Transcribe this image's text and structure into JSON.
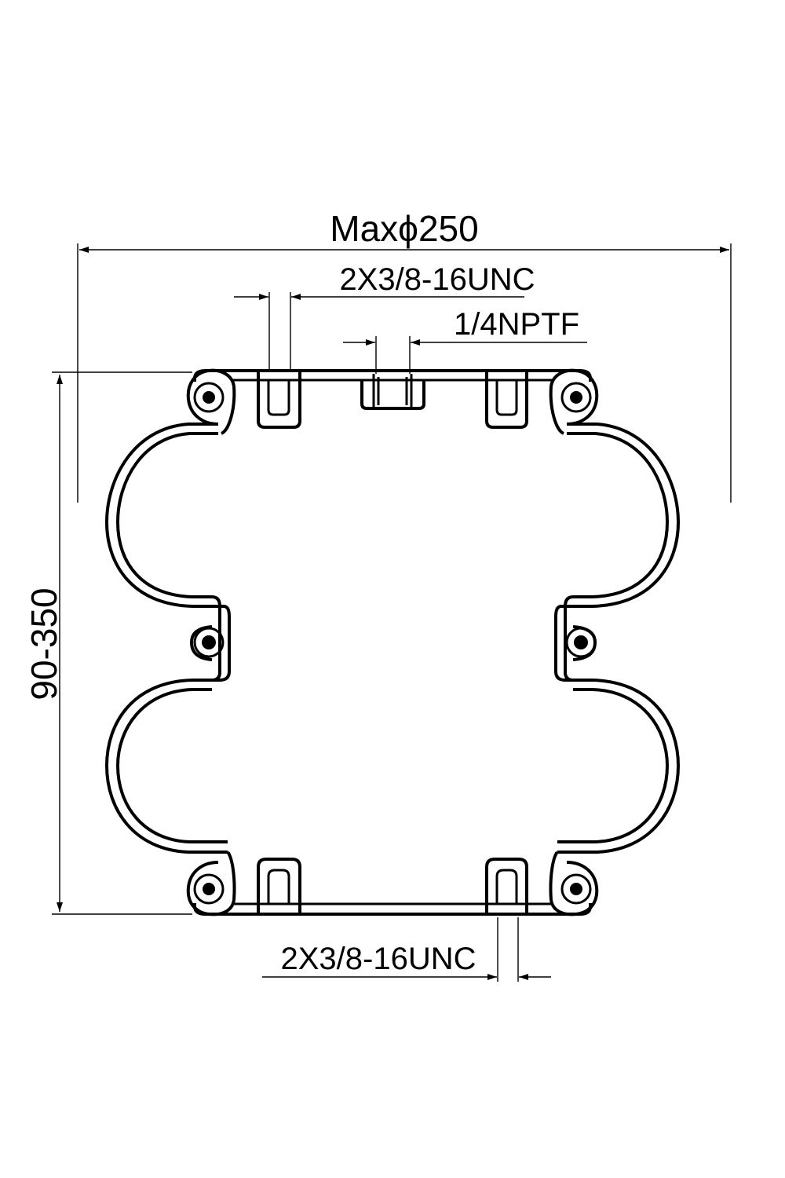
{
  "dimensions": {
    "overall_diameter": "Maxϕ250",
    "height_range": "90-350"
  },
  "callouts": {
    "top_stud_thread": "2X3/8-16UNC",
    "air_inlet": "1/4NPTF",
    "bottom_stud_thread": "2X3/8-16UNC"
  },
  "colors": {
    "line": "#000000",
    "background": "#ffffff"
  }
}
